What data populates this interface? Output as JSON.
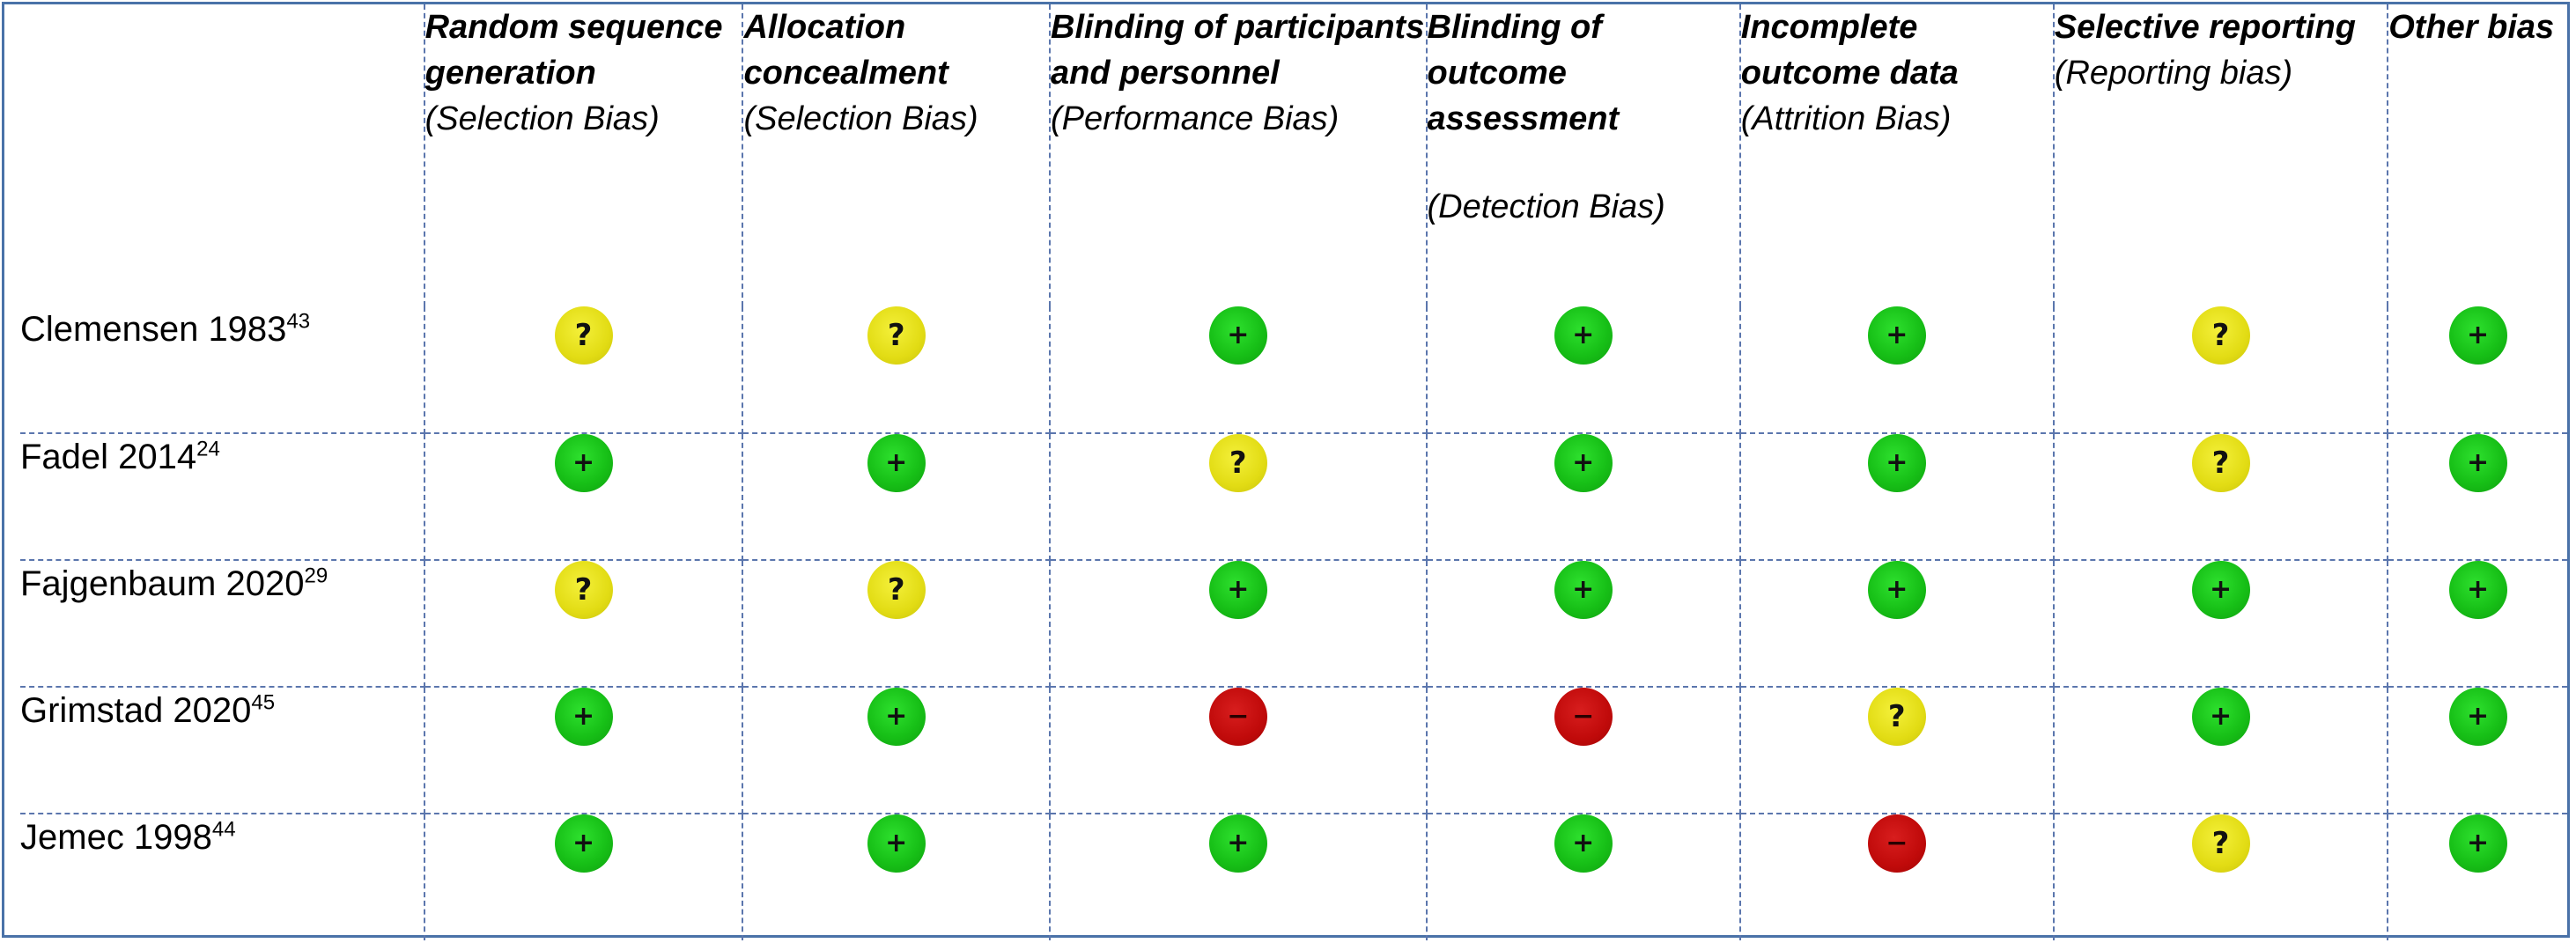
{
  "columns": [
    {
      "title": "Random sequence generation",
      "bias": "(Selection Bias)",
      "gap": false
    },
    {
      "title": "Allocation concealment",
      "bias": "(Selection Bias)",
      "gap": false
    },
    {
      "title": "Blinding of participants and personnel",
      "bias": "(Performance Bias)",
      "gap": false
    },
    {
      "title": "Blinding of outcome assessment",
      "bias": "(Detection Bias)",
      "gap": true
    },
    {
      "title": "Incomplete outcome data",
      "bias": "(Attrition Bias)",
      "gap": false
    },
    {
      "title": "Selective reporting",
      "bias": "(Reporting bias)",
      "gap": false
    },
    {
      "title": "Other bias",
      "bias": "",
      "gap": false
    }
  ],
  "studies": [
    {
      "name": "Clemensen 1983",
      "ref": "43",
      "ratings": [
        "unclear",
        "unclear",
        "low",
        "low",
        "low",
        "unclear",
        "low"
      ]
    },
    {
      "name": "Fadel 2014",
      "ref": "24",
      "ratings": [
        "low",
        "low",
        "unclear",
        "low",
        "low",
        "unclear",
        "low"
      ]
    },
    {
      "name": "Fajgenbaum 2020",
      "ref": "29",
      "ratings": [
        "unclear",
        "unclear",
        "low",
        "low",
        "low",
        "low",
        "low"
      ]
    },
    {
      "name": "Grimstad 2020",
      "ref": "45",
      "ratings": [
        "low",
        "low",
        "high",
        "high",
        "unclear",
        "low",
        "low"
      ]
    },
    {
      "name": "Jemec 1998",
      "ref": "44",
      "ratings": [
        "low",
        "low",
        "low",
        "low",
        "high",
        "unclear",
        "low"
      ]
    }
  ],
  "legend_symbols": {
    "low": "+",
    "unclear": "?",
    "high": "−"
  },
  "colors": {
    "low": "#17c017",
    "unclear": "#e2dc14",
    "high": "#c00a0a",
    "border": "#5b76ad"
  }
}
